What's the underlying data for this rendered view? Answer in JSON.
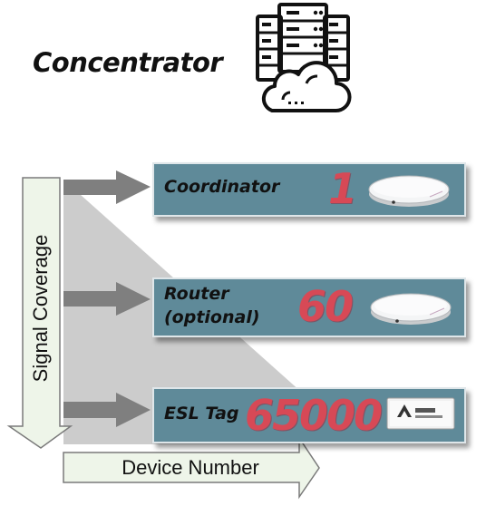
{
  "title": "Concentrator",
  "icons": {
    "concentrator": "server-cloud-icon"
  },
  "axes": {
    "vertical_label": "Signal Coverage",
    "horizontal_label": "Device Number"
  },
  "devices": [
    {
      "label": "Coordinator",
      "count": "1",
      "image": "ceiling-disc-device"
    },
    {
      "label_line1": "Router",
      "label_line2": "(optional)",
      "count": "60",
      "image": "ceiling-disc-device"
    },
    {
      "label": "ESL Tag",
      "count": "65000",
      "image": "esl-tag-device"
    }
  ],
  "colors": {
    "box_fill": "#5f8a99",
    "arrow_gray": "#7f7f7f",
    "coverage_arrow_fill": "#eef5e9",
    "number_red": "#e4434f"
  }
}
